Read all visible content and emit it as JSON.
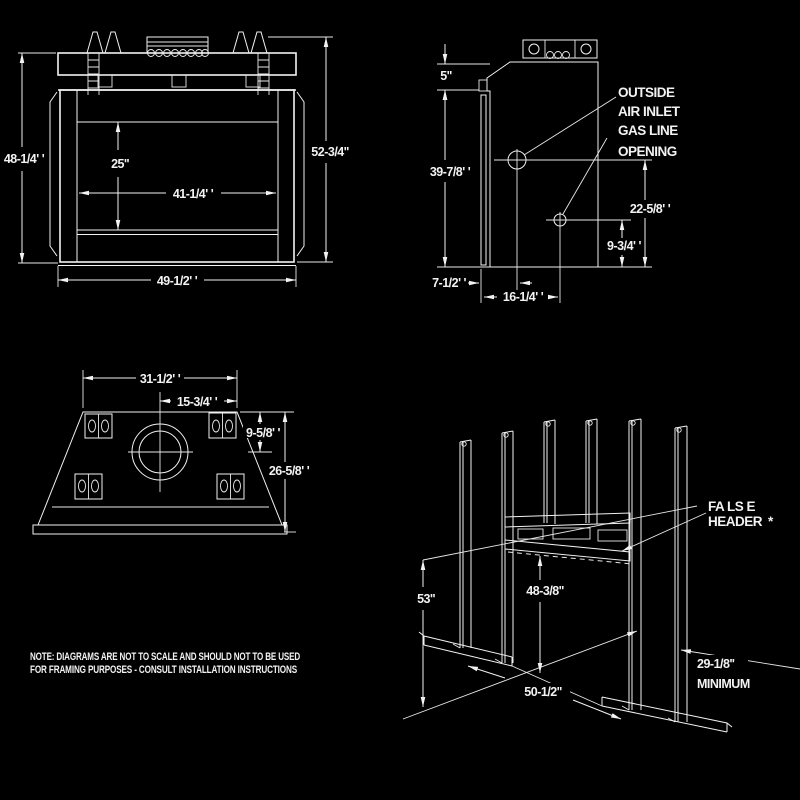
{
  "colors": {
    "background": "#000000",
    "line": "#f2f2f2",
    "text": "#f2f2f2"
  },
  "front": {
    "h_left": "48-1/4' '",
    "h_right": "52-3/4''",
    "opening_h": "25''",
    "opening_w": "41-1/4' '",
    "width": "49-1/2' '"
  },
  "side": {
    "top": "5''",
    "height": "39-7/8' '",
    "front_offset": "7-1/2' '",
    "gas_offset": "16-1/4' '",
    "air_height": "22-5/8' '",
    "gas_height": "9-3/4' '",
    "air_label_1": "OUTSIDE",
    "air_label_2": "AIR INLET",
    "gas_label_1": "GAS LINE",
    "gas_label_2": "OPENING"
  },
  "top": {
    "width": "31-1/2' '",
    "half_width": "15-3/4' '",
    "flue_offset": "9-5/8' '",
    "depth": "26-5/8' '"
  },
  "framing": {
    "height": "53''",
    "opening_height": "48-3/8''",
    "width": "50-1/2''",
    "min_value": "29-1/8''",
    "min_word": "MINIMUM",
    "header_1": "FA LS E",
    "header_2": "HEADER",
    "asterisk": "*"
  },
  "note": {
    "line1": "NOTE: DIAGRAMS ARE NOT TO SCALE AND SHOULD NOT TO BE USED",
    "line2": "FOR FRAMING PURPOSES - CONSULT INSTALLATION INSTRUCTIONS"
  }
}
